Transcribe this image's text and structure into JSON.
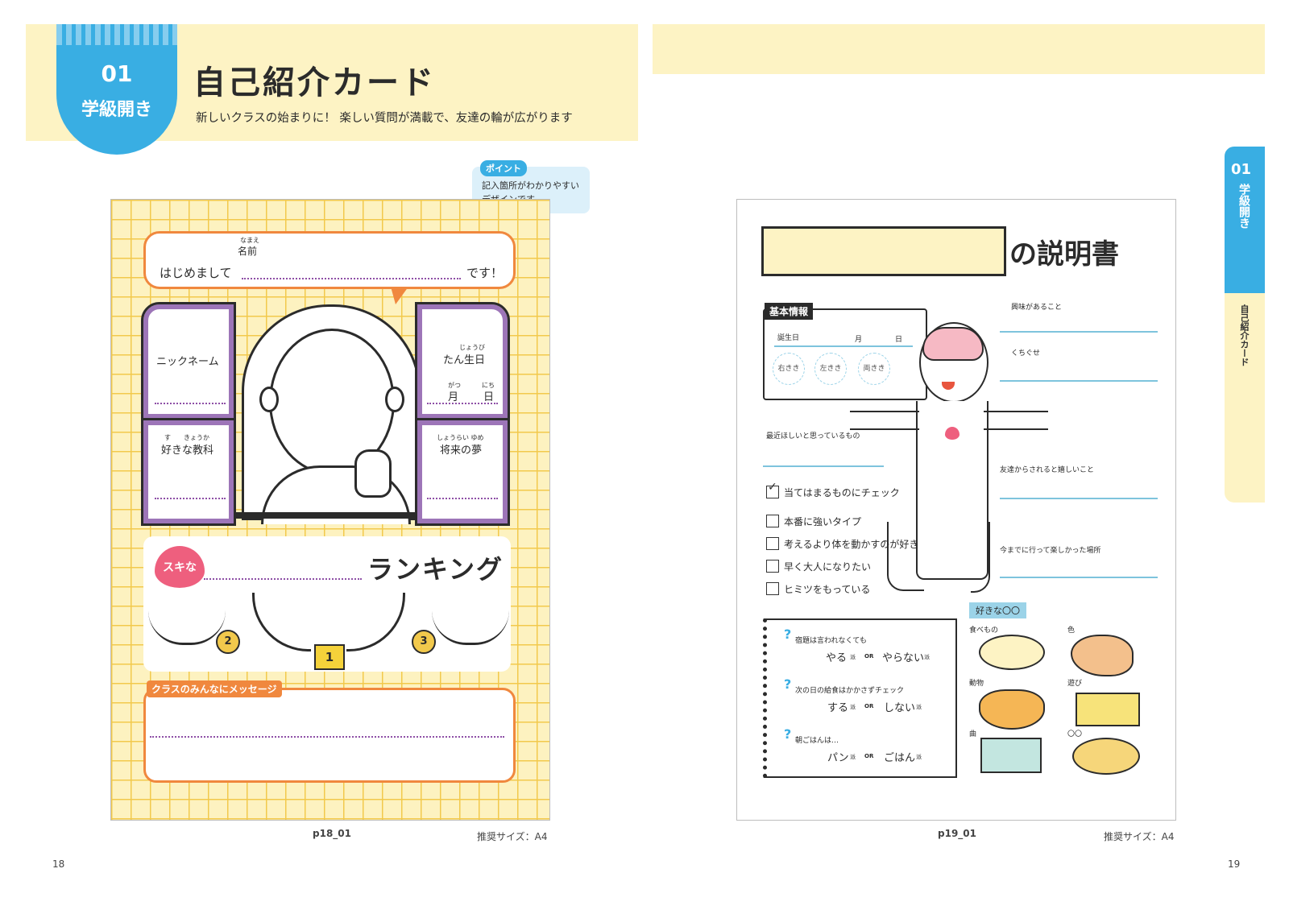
{
  "header": {
    "badge_number": "01",
    "badge_label": "学級開き",
    "title": "自己紹介カード",
    "subtitle": "新しいクラスの始まりに！ 楽しい質問が満載で、友達の輪が広がります"
  },
  "point_bubble": {
    "tag": "ポイント",
    "text_line1": "記入箇所がわかりやすい",
    "text_line2": "デザインです"
  },
  "left_sheet": {
    "name_ruby": "なまえ",
    "name_label": "名前",
    "greeting_prefix": "はじめまして",
    "greeting_suffix": "です！",
    "nickname": "ニックネーム",
    "birthday_ruby": "じょうび",
    "birthday": "たん生日",
    "month_ruby": "がつ",
    "month": "月",
    "day_ruby": "にち",
    "day": "日",
    "subject_ruby": "す　　きょうか",
    "subject": "好きな教科",
    "dream_ruby": "しょうらい ゆめ",
    "dream": "将来の夢",
    "suki_heart": "スキな",
    "ranking": "ランキング",
    "rank1": "1",
    "rank2": "2",
    "rank3": "3",
    "message_tag": "クラスのみんなにメッセージ"
  },
  "left_caption": {
    "code": "p18_01",
    "size": "推奨サイズ：A4"
  },
  "right_sheet": {
    "title_suffix": "の説明書",
    "basic_info": "基本情報",
    "birthday": "誕生日",
    "month": "月",
    "day": "日",
    "hand_right": "右きき",
    "hand_left": "左きき",
    "hand_both": "両きき",
    "interest": "興味があること",
    "habit": "くちぐせ",
    "want_item": "最近ほしいと思っているもの",
    "happy_words": "友達からされると嬉しいこと",
    "fun_place": "今までに行って楽しかった場所",
    "check_title": "当てはまるものにチェック",
    "checks": [
      "本番に強いタイプ",
      "考えるより体を動かすのが好き",
      "早く大人になりたい",
      "ヒミツをもっている"
    ],
    "favorites_title": "好きな〇〇",
    "fav_food": "食べもの",
    "fav_color": "色",
    "fav_animal": "動物",
    "fav_play": "遊び",
    "fav_song": "曲",
    "fav_other": "〇〇",
    "q1": "宿題は言われなくても",
    "q1_a": "やる",
    "q1_b": "やらない",
    "q2": "次の日の給食はかかさずチェック",
    "q2_a": "する",
    "q2_b": "しない",
    "q3": "朝ごはんは…",
    "q3_a": "パン",
    "q3_b": "ごはん",
    "ha": "派",
    "or": "OR"
  },
  "right_caption": {
    "code": "p19_01",
    "size": "推奨サイズ：A4"
  },
  "side_tab": {
    "number": "01",
    "label": "学級開き",
    "sub": "自己紹介カード"
  },
  "page_numbers": {
    "left": "18",
    "right": "19"
  },
  "colors": {
    "accent_blue": "#39aee3",
    "band_yellow": "#fdf3c4",
    "orange": "#f0883e",
    "purple": "#9d75b8",
    "pink": "#ee5f7e"
  }
}
